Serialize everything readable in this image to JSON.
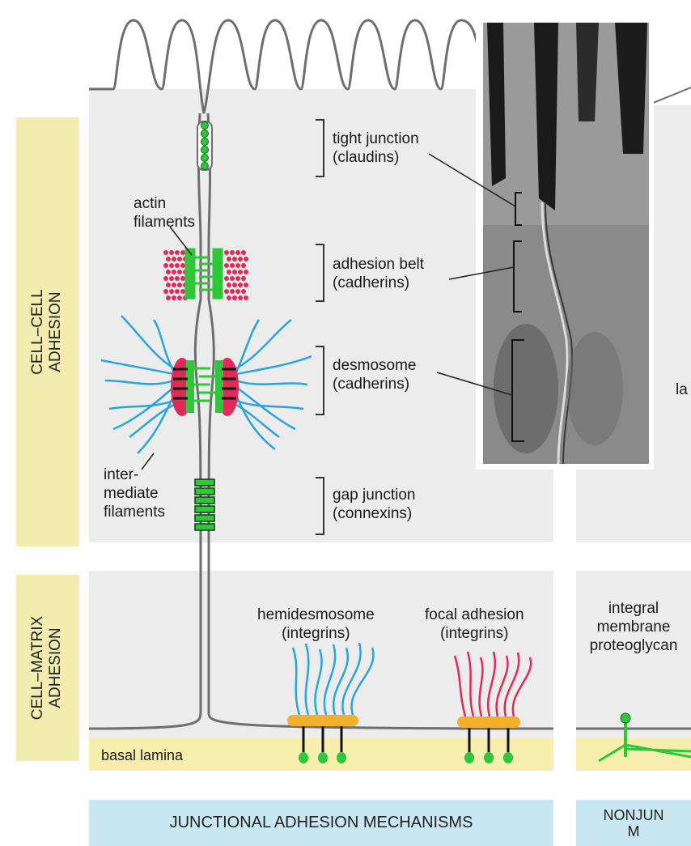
{
  "side_labels": {
    "cell_cell": "CELL–CELL\nADHESION",
    "cell_matrix": "CELL–MATRIX\nADHESION"
  },
  "junctions": {
    "tight": "tight junction\n(claudins)",
    "adhesion_belt": "adhesion belt\n(cadherins)",
    "desmosome": "desmosome\n(cadherins)",
    "gap": "gap junction\n(connexins)"
  },
  "filaments": {
    "actin": "actin\nfilaments",
    "intermediate": "inter-\nmediate\nfilaments"
  },
  "matrix": {
    "hemidesmosome": "hemidesmosome\n(integrins)",
    "focal_adhesion": "focal adhesion\n(integrins)",
    "proteoglycan": "integral\nmembrane\nproteoglycan",
    "basal_lamina": "basal lamina"
  },
  "partial_label": "la",
  "footer": {
    "junctional": "JUNCTIONAL ADHESION MECHANISMS",
    "nonjunctional": "NONJUN\nM"
  },
  "colors": {
    "cell_fill": "#ececec",
    "membrane": "#6e6e6e",
    "green": "#2fc63a",
    "red": "#e02a5a",
    "blue": "#2aa4de",
    "orange": "#f2b12c",
    "yellow": "#f6eeac",
    "footer_blue": "#c9e6f3"
  }
}
